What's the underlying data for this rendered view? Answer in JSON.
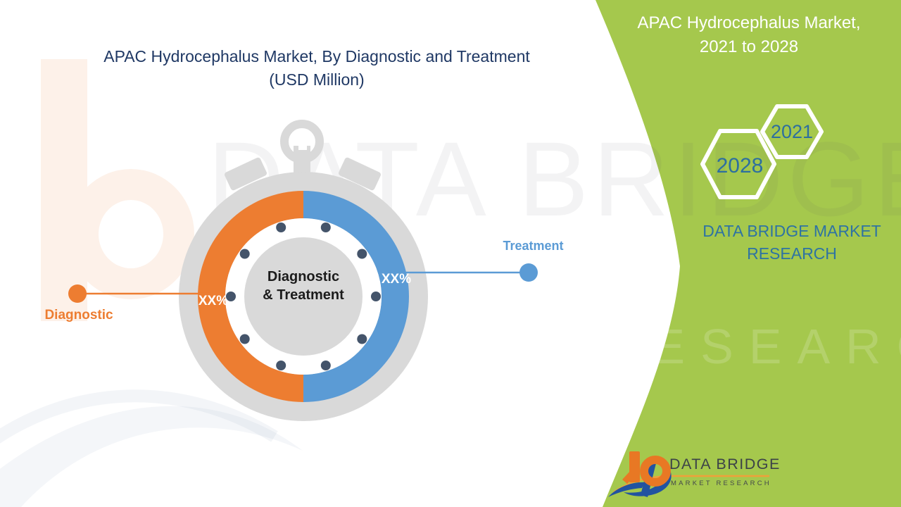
{
  "header": {
    "main_title_line1": "APAC Hydrocephalus Market, By Diagnostic and Treatment",
    "main_title_line2": "(USD Million)"
  },
  "chart_data": {
    "type": "pie",
    "style": "stopwatch-donut",
    "title": "APAC Hydrocephalus Market, By Diagnostic and Treatment (USD Million)",
    "unit": "USD Million",
    "categories": [
      "Diagnostic",
      "Treatment"
    ],
    "values": [
      "XX%",
      "XX%"
    ],
    "slice_fractions": [
      0.5,
      0.5
    ],
    "colors": [
      "#ed7d31",
      "#5b9bd5"
    ],
    "center_label": "Diagnostic & Treatment",
    "legend_position": "callouts-left-right"
  },
  "chart": {
    "center_line1": "Diagnostic",
    "center_line2": "& Treatment",
    "diagnostic_label": "Diagnostic",
    "diagnostic_value": "XX%",
    "treatment_label": "Treatment",
    "treatment_value": "XX%"
  },
  "side_panel": {
    "title_line1": "APAC Hydrocephalus Market,",
    "title_line2": "2021 to 2028",
    "hexagon_back_year": "2028",
    "hexagon_front_year": "2021",
    "brand_line1": "DATA BRIDGE MARKET",
    "brand_line2": "RESEARCH",
    "panel_color": "#a5c84d"
  },
  "logo": {
    "title": "DATA BRIDGE",
    "subtitle": "MARKET RESEARCH"
  },
  "watermark": {
    "big_text": "DATA BRIDGE",
    "small_text": "MARKET RESEARCH"
  },
  "colors": {
    "title_navy": "#1f3864",
    "orange": "#ed7d31",
    "blue": "#5b9bd5",
    "gray": "#d9d9d9",
    "dot_navy": "#44546a",
    "green": "#a5c84d",
    "year_blue": "#2d6f9f",
    "brand_blue": "#2e73a3"
  }
}
